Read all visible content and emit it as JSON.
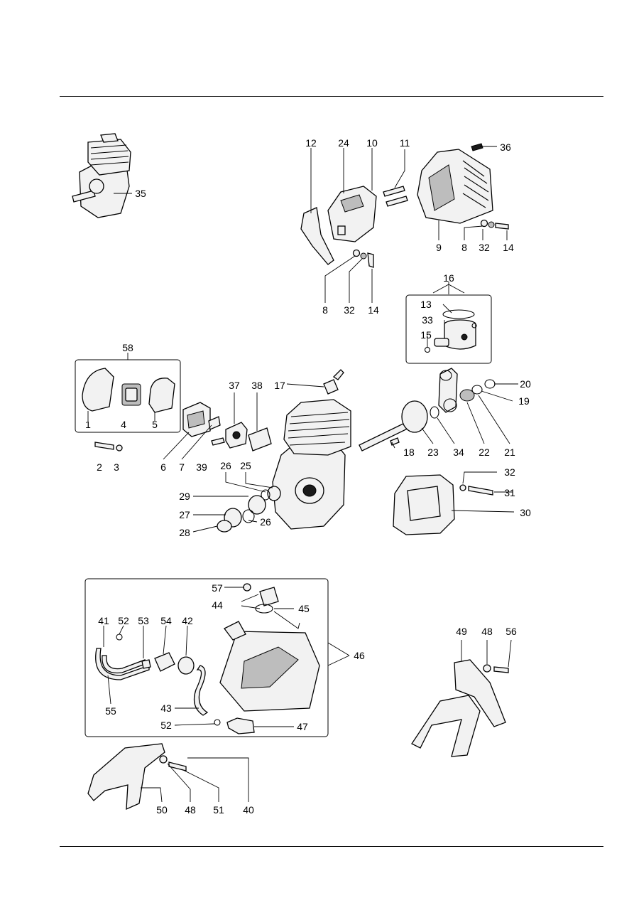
{
  "labels": {
    "l35": "35",
    "l12": "12",
    "l24": "24",
    "l10": "10",
    "l11": "11",
    "l36": "36",
    "l9": "9",
    "l8a": "8",
    "l32a": "32",
    "l14a": "14",
    "l8b": "8",
    "l32b": "32",
    "l14b": "14",
    "l16": "16",
    "l13": "13",
    "l33": "33",
    "l15": "15",
    "l58": "58",
    "l1": "1",
    "l4": "4",
    "l5": "5",
    "l2": "2",
    "l3": "3",
    "l6": "6",
    "l7": "7",
    "l39": "39",
    "l37": "37",
    "l38": "38",
    "l17": "17",
    "l26a": "26",
    "l25": "25",
    "l29": "29",
    "l27": "27",
    "l26b": "26",
    "l28": "28",
    "l20": "20",
    "l19": "19",
    "l18": "18",
    "l23": "23",
    "l34": "34",
    "l22": "22",
    "l21": "21",
    "l32c": "32",
    "l31": "31",
    "l30": "30",
    "l57": "57",
    "l44": "44",
    "l45": "45",
    "l41": "41",
    "l52a": "52",
    "l53": "53",
    "l54": "54",
    "l42": "42",
    "l46": "46",
    "l55": "55",
    "l43": "43",
    "l52b": "52",
    "l47": "47",
    "l49": "49",
    "l48a": "48",
    "l56": "56",
    "l50": "50",
    "l48b": "48",
    "l51": "51",
    "l40": "40"
  }
}
